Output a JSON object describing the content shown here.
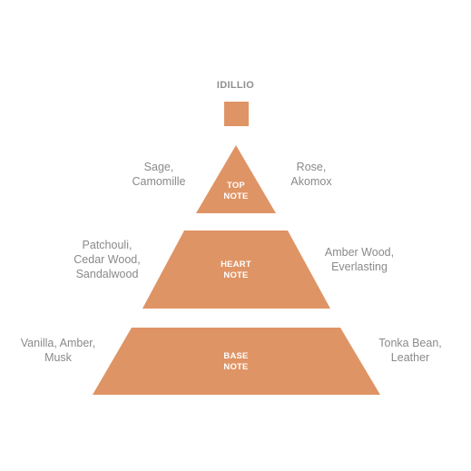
{
  "diagram": {
    "title": "IDILLIO",
    "accent_color": "#df9465",
    "layers": [
      {
        "id": "top",
        "label": "TOP\nNOTE",
        "left_notes": "Sage,\nCamomille",
        "right_notes": "Rose,\nAkomox"
      },
      {
        "id": "heart",
        "label": "HEART\nNOTE",
        "left_notes": "Patchouli,\nCedar Wood,\nSandalwood",
        "right_notes": "Amber Wood,\nEverlasting"
      },
      {
        "id": "base",
        "label": "BASE\nNOTE",
        "left_notes": "Vanilla, Amber,\nMusk",
        "right_notes": "Tonka Bean,\nLeather"
      }
    ]
  }
}
